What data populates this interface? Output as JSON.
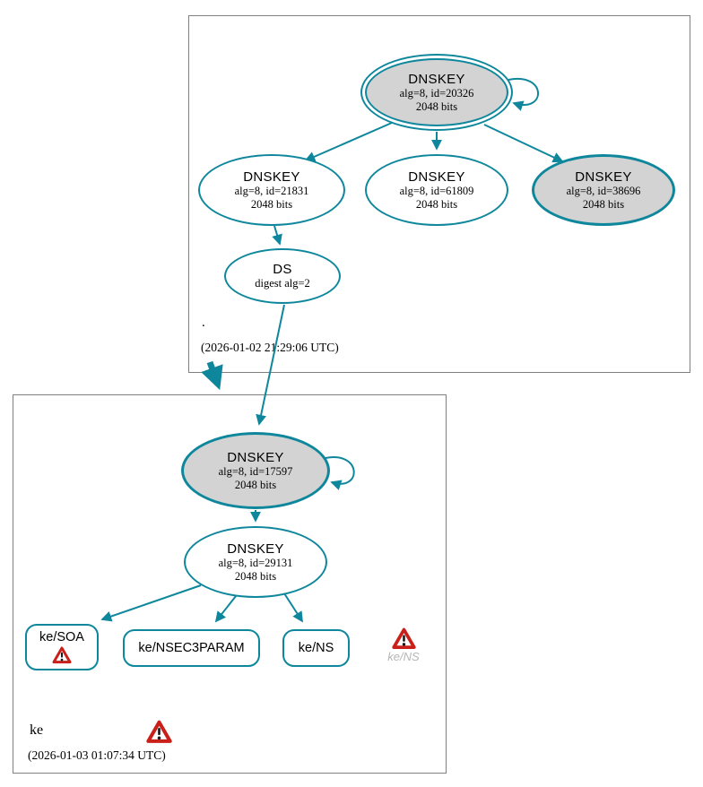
{
  "colors": {
    "edge": "#0e879c",
    "gray_fill": "#d3d3d3",
    "warning_red": "#c9211a",
    "cluster_border": "#7f7f7f",
    "dim_label": "#b5b5b5"
  },
  "clusters": {
    "root": {
      "label": ".",
      "timestamp": "(2026-01-02 21:29:06 UTC)"
    },
    "ke": {
      "label": "ke",
      "timestamp": "(2026-01-03 01:07:34 UTC)"
    }
  },
  "nodes": {
    "dnskey_20326": {
      "title": "DNSKEY",
      "line1": "alg=8, id=20326",
      "line2": "2048 bits"
    },
    "dnskey_21831": {
      "title": "DNSKEY",
      "line1": "alg=8, id=21831",
      "line2": "2048 bits"
    },
    "dnskey_61809": {
      "title": "DNSKEY",
      "line1": "alg=8, id=61809",
      "line2": "2048 bits"
    },
    "dnskey_38696": {
      "title": "DNSKEY",
      "line1": "alg=8, id=38696",
      "line2": "2048 bits"
    },
    "ds_root": {
      "title": "DS",
      "line1": "digest alg=2"
    },
    "dnskey_17597": {
      "title": "DNSKEY",
      "line1": "alg=8, id=17597",
      "line2": "2048 bits"
    },
    "dnskey_29131": {
      "title": "DNSKEY",
      "line1": "alg=8, id=29131",
      "line2": "2048 bits"
    },
    "rrset_soa": {
      "label": "ke/SOA"
    },
    "rrset_nsec3param": {
      "label": "ke/NSEC3PARAM"
    },
    "rrset_ns": {
      "label": "ke/NS"
    },
    "warning_ns": {
      "label": "ke/NS"
    }
  }
}
